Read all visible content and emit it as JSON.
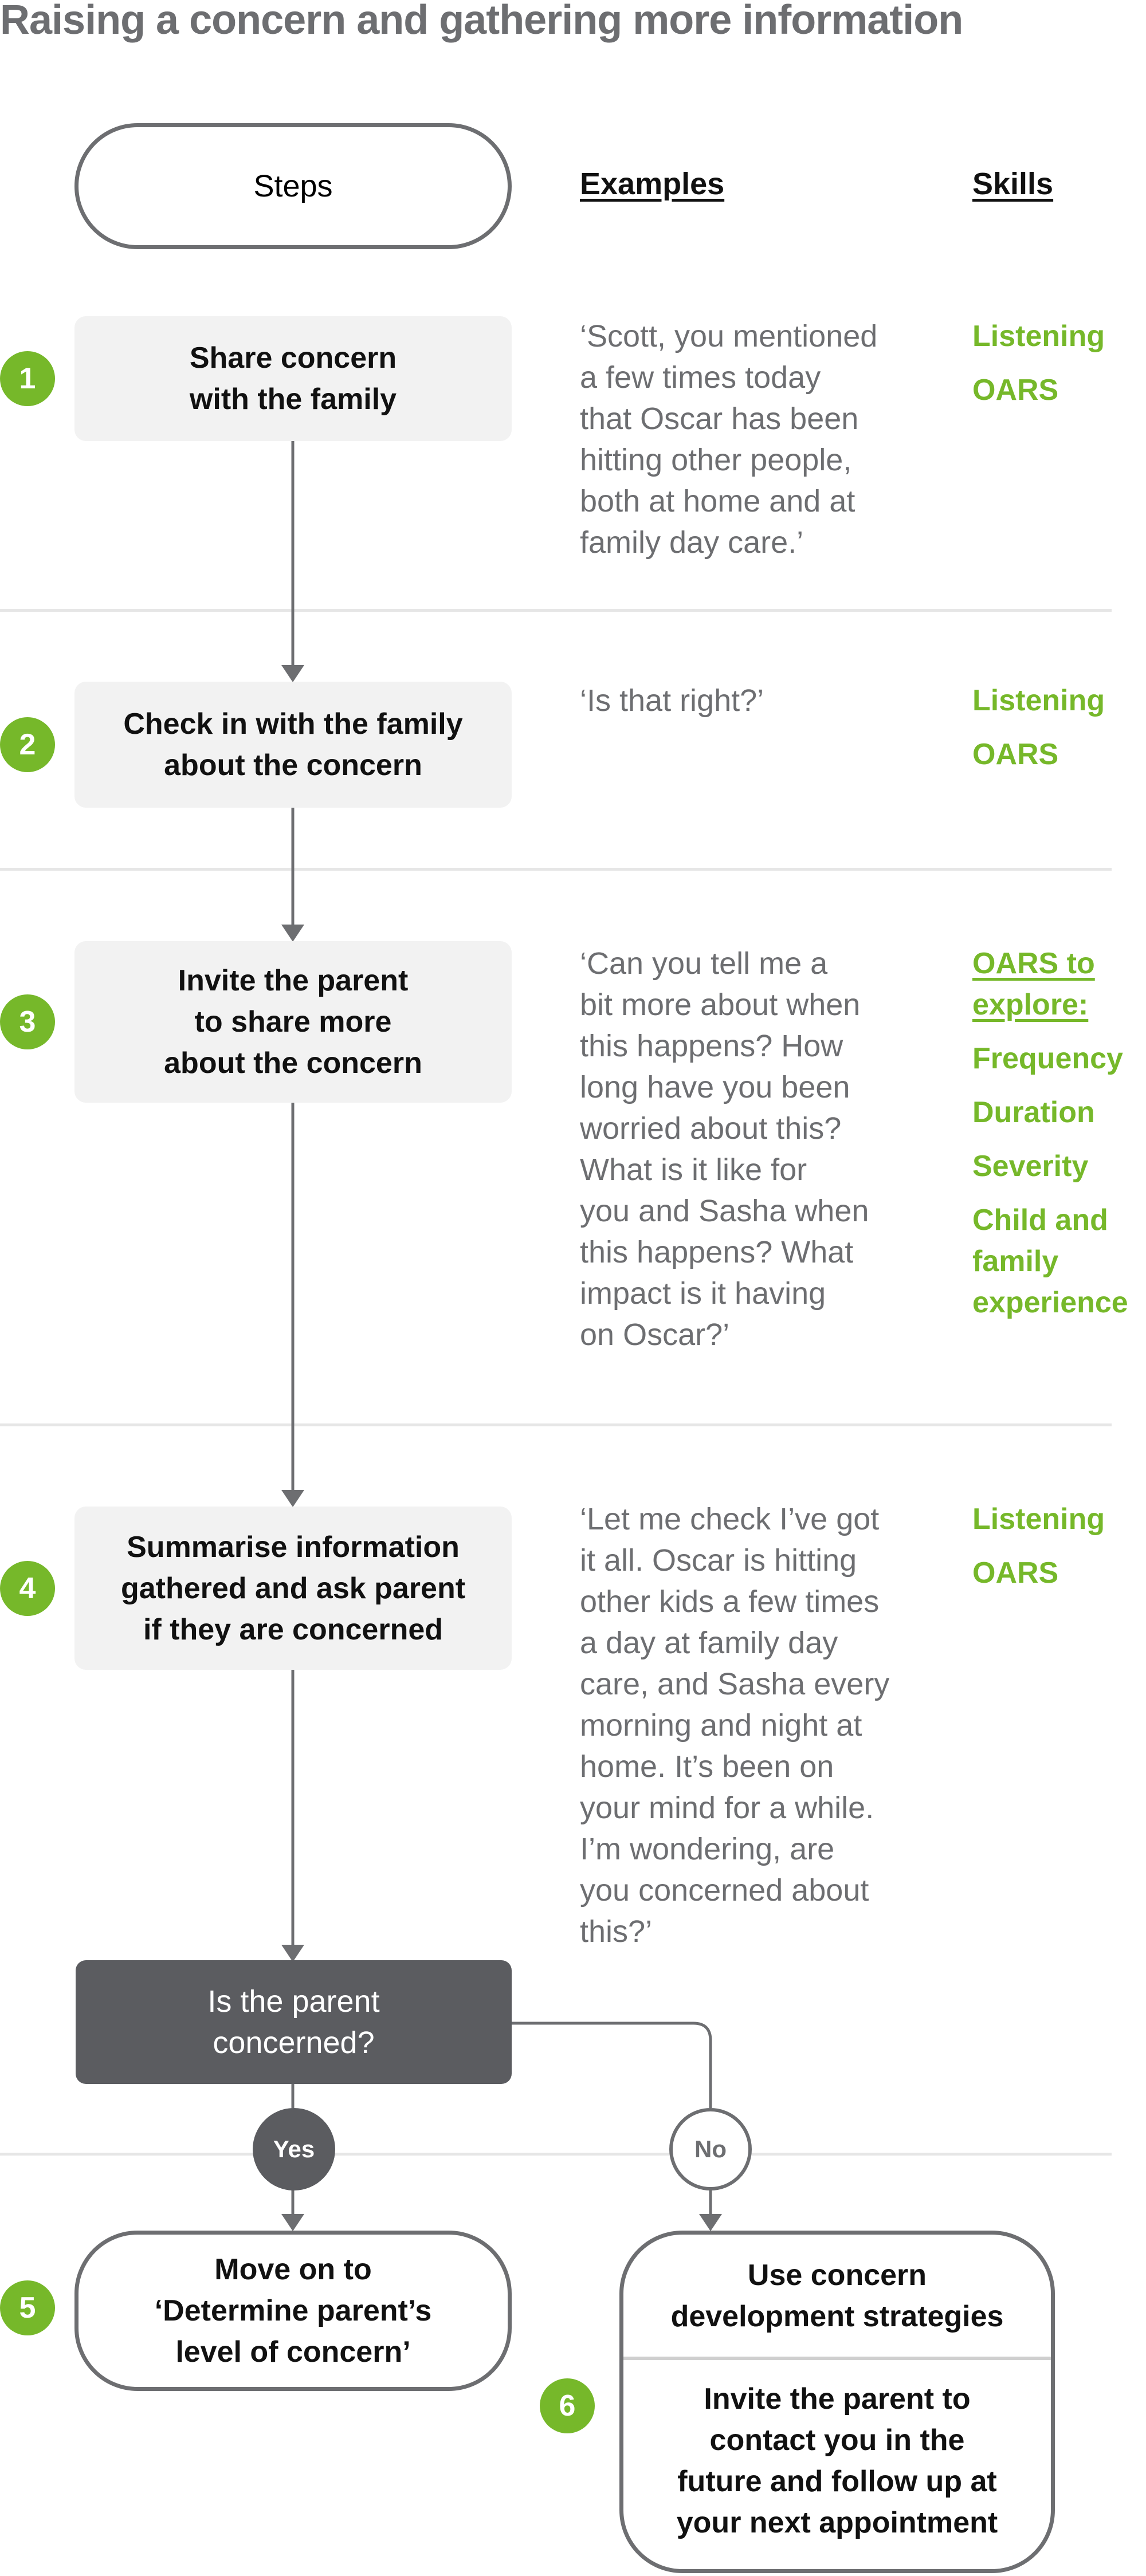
{
  "title": "Raising a concern and gathering more information",
  "headers": {
    "steps": "Steps",
    "examples": "Examples",
    "skills": "Skills"
  },
  "colors": {
    "accent_green": "#76b82a",
    "dark_box": "#5b5c60",
    "line_gray": "#6d6e71",
    "step_box": "#f2f2f2"
  },
  "steps": [
    {
      "number": "1",
      "lines": [
        "Share concern",
        "with the family"
      ],
      "example": [
        "‘Scott, you mentioned",
        "a few times today",
        "that Oscar has been",
        "hitting other people,",
        "both at home and at",
        "family day care.’"
      ],
      "skills": [
        {
          "lines": [
            "Listening"
          ]
        },
        {
          "lines": [
            "OARS"
          ]
        }
      ]
    },
    {
      "number": "2",
      "lines": [
        "Check in with the family",
        "about the concern"
      ],
      "example": [
        "‘Is that right?’"
      ],
      "skills": [
        {
          "lines": [
            "Listening"
          ]
        },
        {
          "lines": [
            "OARS"
          ]
        }
      ]
    },
    {
      "number": "3",
      "lines": [
        "Invite the parent",
        "to share more",
        "about the concern"
      ],
      "example": [
        "‘Can you tell me a",
        "bit more about when",
        "this happens? How",
        "long have you been",
        "worried about this?",
        "What is it like for",
        "you and Sasha when",
        "this happens? What",
        "impact is it having",
        "on Oscar?’"
      ],
      "skills": [
        {
          "lines": [
            "OARS to",
            "explore:"
          ],
          "underline": true
        },
        {
          "lines": [
            "Frequency"
          ]
        },
        {
          "lines": [
            "Duration"
          ]
        },
        {
          "lines": [
            "Severity"
          ]
        },
        {
          "lines": [
            "Child and",
            "family",
            "experience"
          ]
        }
      ]
    },
    {
      "number": "4",
      "lines": [
        "Summarise information",
        "gathered and ask parent",
        "if they are concerned"
      ],
      "example": [
        "‘Let me check I’ve got",
        "it all. Oscar is hitting",
        "other kids a few times",
        "a day at family day",
        "care, and Sasha every",
        "morning and night at",
        "home. It’s been on",
        "your mind for a while.",
        "I’m wondering, are",
        "you concerned about",
        "this?’"
      ],
      "skills": [
        {
          "lines": [
            "Listening"
          ]
        },
        {
          "lines": [
            "OARS"
          ]
        }
      ]
    }
  ],
  "decision": {
    "lines": [
      "Is the parent",
      "concerned?"
    ],
    "yes": "Yes",
    "no": "No"
  },
  "step5": {
    "number": "5",
    "lines": [
      "Move on to",
      "‘Determine parent’s",
      "level of concern’"
    ]
  },
  "step6": {
    "number": "6",
    "top_lines": [
      "Use concern",
      "development strategies"
    ],
    "bottom_lines": [
      "Invite the parent to",
      "contact you in the",
      "future and follow up at",
      "your next appointment"
    ]
  }
}
